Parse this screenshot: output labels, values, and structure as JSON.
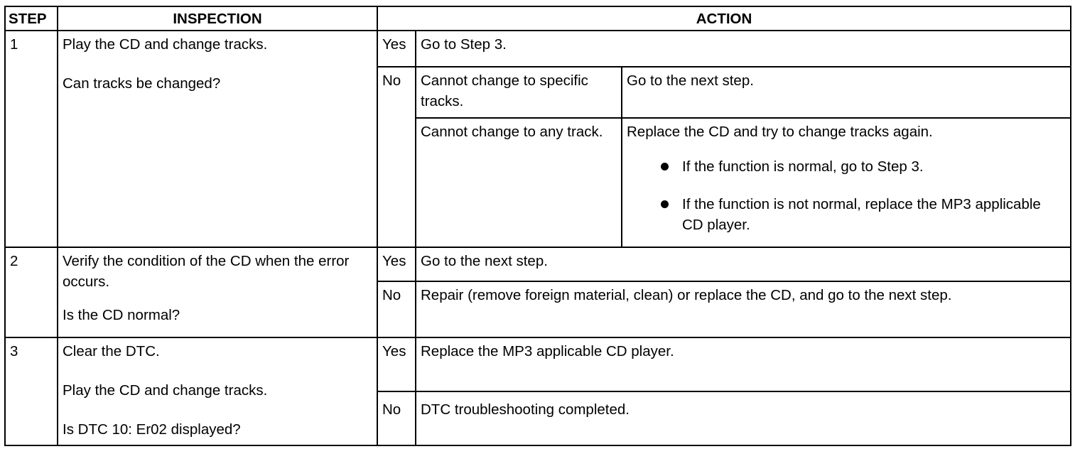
{
  "headers": {
    "step": "STEP",
    "inspection": "INSPECTION",
    "action": "ACTION"
  },
  "steps": [
    {
      "number": "1",
      "inspection": [
        "Play the CD and change tracks.",
        "Can tracks be changed?"
      ],
      "yes_label": "Yes",
      "yes_action": "Go to Step 3.",
      "no_label": "No",
      "no_cases": [
        {
          "condition": "Cannot change to specific tracks.",
          "action": "Go to the next step."
        },
        {
          "condition": "Cannot change to any track.",
          "action": "Replace the CD and try to change tracks again.",
          "bullets": [
            "If the function is normal, go to Step 3.",
            "If the function is not normal, replace the MP3 applicable CD player."
          ]
        }
      ]
    },
    {
      "number": "2",
      "inspection": [
        "Verify the condition of the CD when the error occurs.",
        "Is the CD normal?"
      ],
      "yes_label": "Yes",
      "yes_action": "Go to the next step.",
      "no_label": "No",
      "no_action": "Repair (remove foreign material, clean) or replace the CD, and go to the next step."
    },
    {
      "number": "3",
      "inspection": [
        "Clear the DTC.",
        "Play the CD and change tracks.",
        "Is DTC 10: Er02 displayed?"
      ],
      "yes_label": "Yes",
      "yes_action": "Replace the MP3 applicable CD player.",
      "no_label": "No",
      "no_action": "DTC troubleshooting completed."
    }
  ]
}
